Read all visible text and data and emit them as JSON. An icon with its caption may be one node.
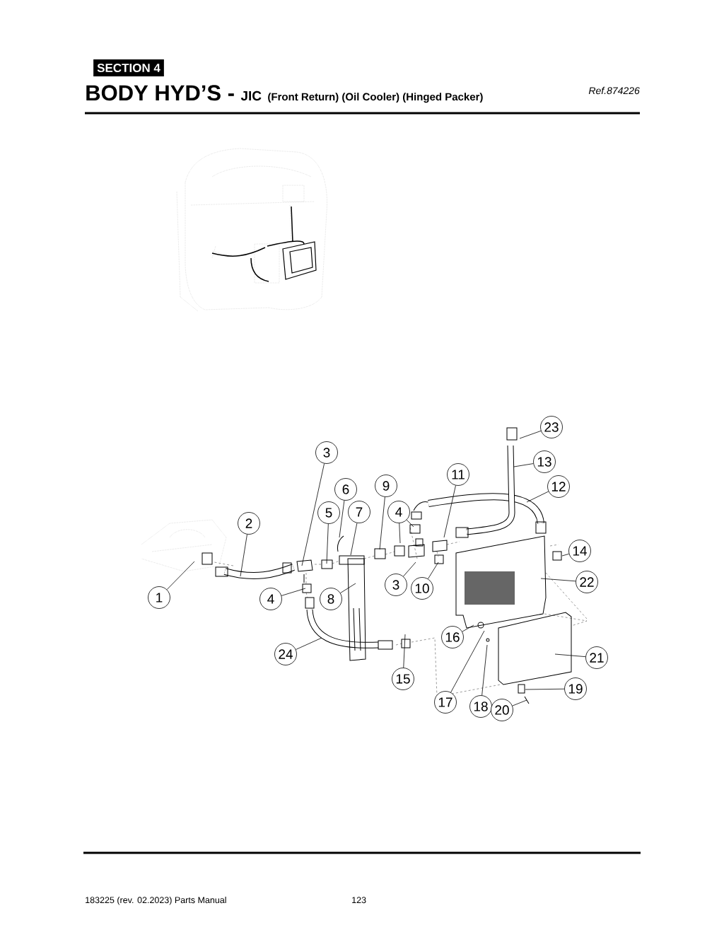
{
  "diagram": {
    "title": "BODY HYD’S -",
    "nodes": [
      {
        "text": [
          "SECTION  4"
        ]
      },
      {
        "text": [
          "23"
        ]
      },
      {
        "text": [
          "3"
        ]
      },
      {
        "text": [
          "13"
        ]
      },
      {
        "text": [
          "11"
        ]
      },
      {
        "text": [
          "9"
        ]
      },
      {
        "text": [
          "12"
        ]
      },
      {
        "text": [
          "6"
        ]
      },
      {
        "text": [
          "5"
        ]
      },
      {
        "text": [
          "7"
        ]
      },
      {
        "text": [
          "4"
        ]
      },
      {
        "text": [
          "2"
        ]
      },
      {
        "text": [
          "14"
        ]
      },
      {
        "text": [
          "22"
        ]
      },
      {
        "text": [
          "3"
        ]
      },
      {
        "text": [
          "10"
        ]
      },
      {
        "text": [
          "1"
        ]
      },
      {
        "text": [
          "4"
        ]
      },
      {
        "text": [
          "8"
        ]
      },
      {
        "text": [
          "16"
        ]
      },
      {
        "text": [
          "24"
        ]
      },
      {
        "text": [
          "21"
        ]
      },
      {
        "text": [
          "15"
        ]
      },
      {
        "text": [
          "19"
        ]
      },
      {
        "text": [
          "17"
        ]
      },
      {
        "text": [
          "18"
        ]
      },
      {
        "text": [
          "20"
        ]
      }
    ],
    "edges": [
      {
        "from": 1,
        "to": null,
        "arrow": "none"
      },
      {
        "from": 2,
        "to": null,
        "arrow": "none"
      },
      {
        "from": 3,
        "to": null,
        "arrow": "none"
      },
      {
        "from": 4,
        "to": null,
        "arrow": "none"
      },
      {
        "from": 5,
        "to": null,
        "arrow": "none"
      },
      {
        "from": 6,
        "to": null,
        "arrow": "none"
      },
      {
        "from": 7,
        "to": null,
        "arrow": "none"
      },
      {
        "from": 8,
        "to": null,
        "arrow": "none"
      },
      {
        "from": 9,
        "to": null,
        "arrow": "none"
      },
      {
        "from": 10,
        "to": null,
        "arrow": "none"
      },
      {
        "from": 10,
        "to": null,
        "arrow": "none"
      },
      {
        "from": 11,
        "to": null,
        "arrow": "none"
      },
      {
        "from": 12,
        "to": null,
        "arrow": "none"
      },
      {
        "from": 13,
        "to": null,
        "arrow": "none"
      },
      {
        "from": 14,
        "to": null,
        "arrow": "none"
      },
      {
        "from": 15,
        "to": null,
        "arrow": "none"
      },
      {
        "from": 16,
        "to": null,
        "arrow": "none"
      },
      {
        "from": 17,
        "to": null,
        "arrow": "none"
      },
      {
        "from": 18,
        "to": null,
        "arrow": "none"
      },
      {
        "from": 19,
        "to": null,
        "arrow": "none"
      },
      {
        "from": 20,
        "to": null,
        "arrow": "none"
      },
      {
        "from": 21,
        "to": null,
        "arrow": "none"
      },
      {
        "from": 22,
        "to": null,
        "arrow": "none"
      },
      {
        "from": 23,
        "to": null,
        "arrow": "none"
      },
      {
        "from": 24,
        "to": null,
        "arrow": "none"
      },
      {
        "from": 25,
        "to": null,
        "arrow": "none"
      },
      {
        "from": 26,
        "to": null,
        "arrow": "none"
      }
    ],
    "labels": [
      "JIC",
      "(Front Return) (Oil Cooler) (Hinged Packer)",
      "Ref.874226",
      "183225  (rev. 02.2023) Parts Manual",
      "123"
    ]
  }
}
